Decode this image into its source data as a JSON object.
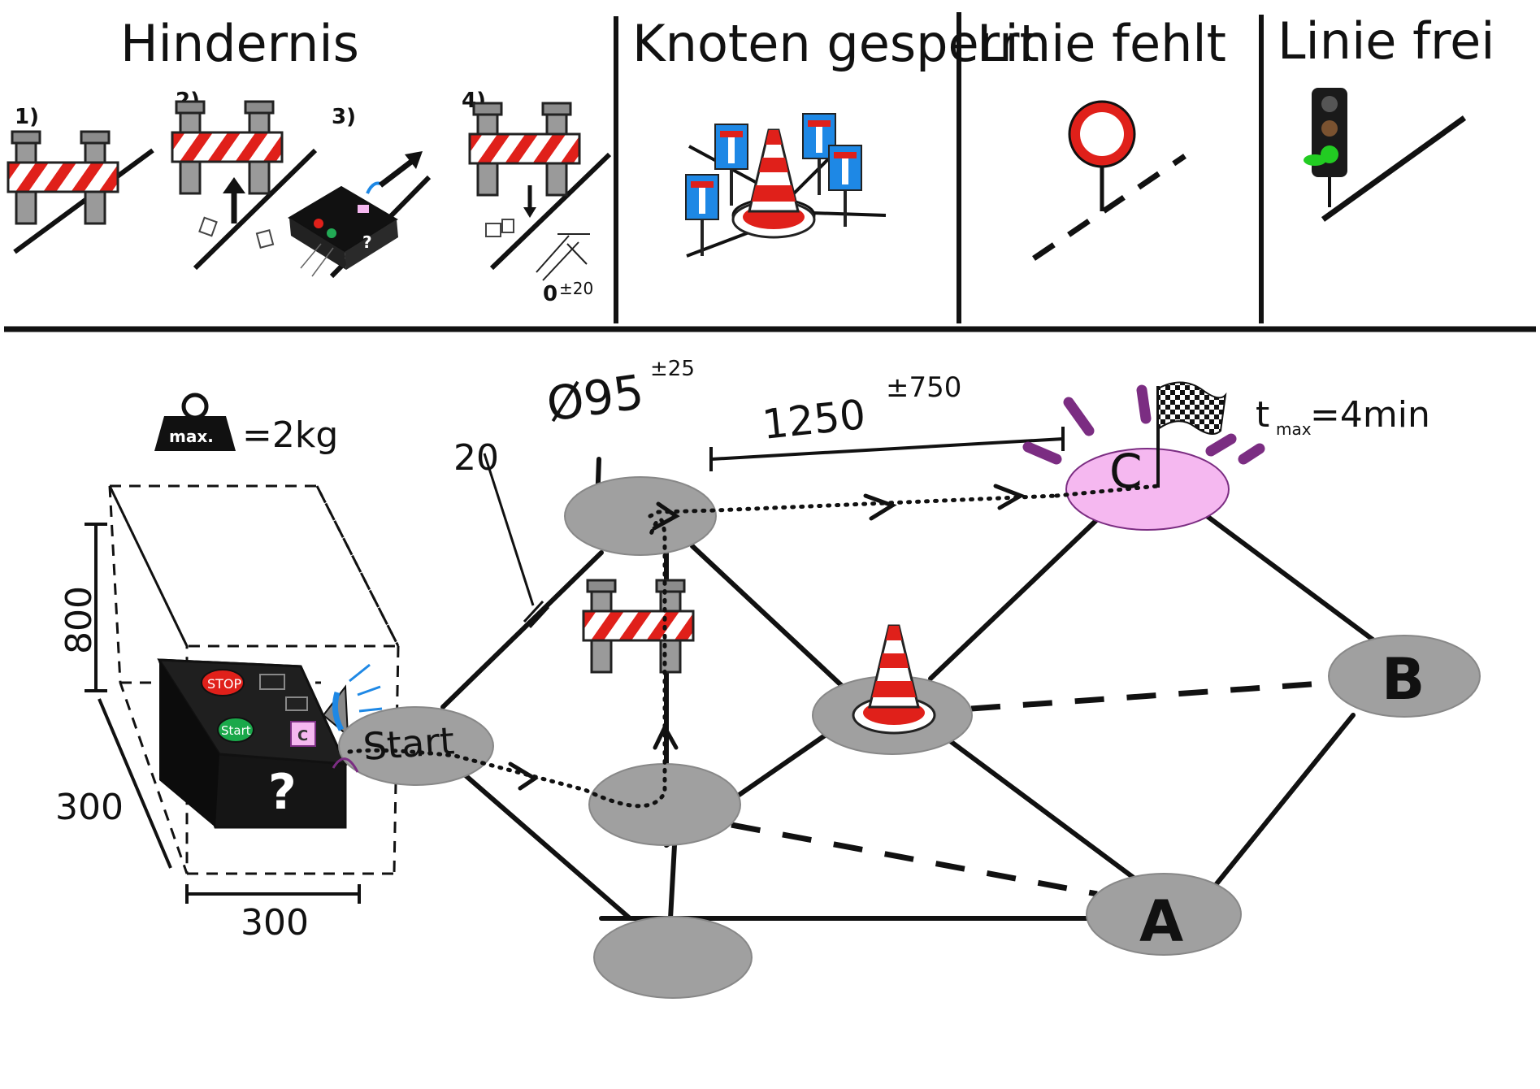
{
  "legend": {
    "obstacle": {
      "title": "Hindernis",
      "steps": [
        "1)",
        "2)",
        "3)",
        "4)"
      ],
      "tolerance": "0",
      "tolerance_exp": "±20"
    },
    "node_blocked": {
      "title": "Knoten gesperrt"
    },
    "line_missing": {
      "title": "Linie fehlt"
    },
    "line_free": {
      "title": "Linie frei"
    }
  },
  "robot": {
    "weight_tag": "max.",
    "weight_value": "=2kg",
    "dim_height": "800",
    "dim_depth": "300",
    "dim_width": "300",
    "stop_label": "STOP",
    "start_label": "Start",
    "target_label": "C",
    "unknown_mark": "?"
  },
  "track": {
    "node_diameter": "Ø95",
    "node_diameter_tol": "±25",
    "line_width": "20",
    "segment_length": "1250",
    "segment_length_tol": "±750",
    "time_limit_base": "t",
    "time_limit_sub": "max",
    "time_limit_rest": "=4min"
  },
  "nodes": {
    "start": "Start",
    "a": "A",
    "b": "B",
    "c": "C"
  },
  "colors": {
    "node": "#a0a0a0",
    "target": "#f5b8f0",
    "line": "#111111",
    "barrier_red": "#e0201a",
    "sign_blue": "#1e88e5",
    "glow": "#7b2d82",
    "light_green": "#22cc22"
  },
  "icons": [
    "barrier-icon",
    "robot-icon",
    "traffic-cone-icon",
    "dead-end-sign-icon",
    "no-entry-sign-icon",
    "traffic-light-icon",
    "checkered-flag-icon",
    "weight-icon"
  ]
}
